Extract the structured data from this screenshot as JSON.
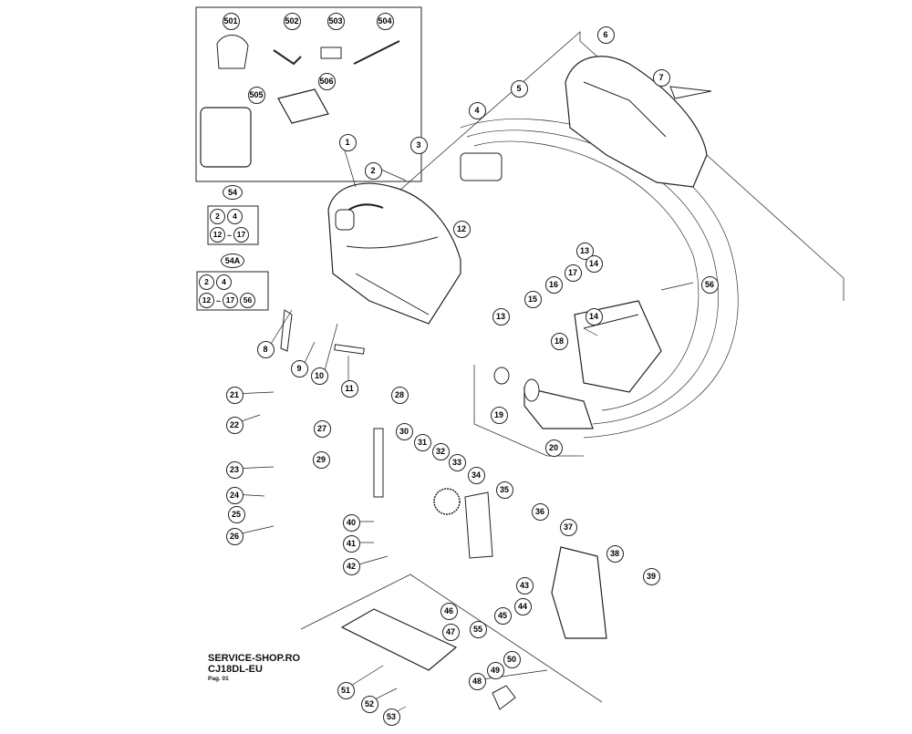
{
  "footer": {
    "shop": "SERVICE-SHOP.RO",
    "model": "CJ18DL-EU",
    "page": "Pag. 01"
  },
  "kits": {
    "k54": {
      "label": "54",
      "row1": [
        "2",
        "4"
      ],
      "row2": [
        "12",
        "~",
        "17"
      ]
    },
    "k54a": {
      "label": "54A",
      "row1": [
        "2",
        "4"
      ],
      "row2": [
        "12",
        "~",
        "17",
        "56"
      ]
    }
  },
  "accessories": [
    "501",
    "502",
    "503",
    "504",
    "505",
    "506"
  ],
  "parts": [
    "1",
    "2",
    "3",
    "4",
    "5",
    "6",
    "7",
    "8",
    "9",
    "10",
    "11",
    "12",
    "13",
    "13",
    "14",
    "14",
    "15",
    "16",
    "17",
    "18",
    "19",
    "20",
    "21",
    "22",
    "23",
    "24",
    "25",
    "26",
    "27",
    "28",
    "29",
    "30",
    "31",
    "32",
    "33",
    "34",
    "35",
    "36",
    "37",
    "38",
    "39",
    "40",
    "41",
    "42",
    "43",
    "44",
    "45",
    "46",
    "47",
    "48",
    "49",
    "50",
    "51",
    "52",
    "53",
    "55",
    "56"
  ],
  "colors": {
    "line": "#222222",
    "fill": "#ffffff",
    "shade": "#555555"
  }
}
